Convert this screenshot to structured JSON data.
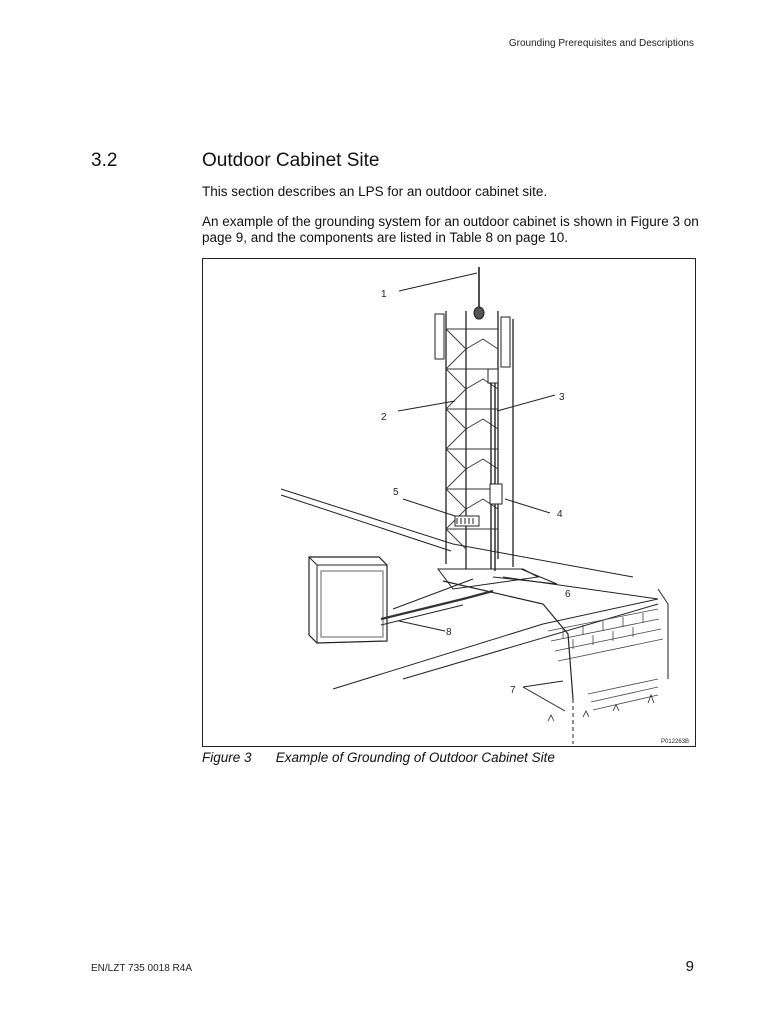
{
  "header": {
    "running_title": "Grounding Prerequisites and Descriptions"
  },
  "section": {
    "number": "3.2",
    "title": "Outdoor Cabinet Site",
    "paragraphs": [
      "This section describes an LPS for an outdoor cabinet site.",
      "An example of the grounding system for an outdoor cabinet is shown in Figure 3 on page 9, and the components are listed in Table 8 on page 10."
    ]
  },
  "figure": {
    "callouts": [
      "1",
      "2",
      "3",
      "4",
      "5",
      "6",
      "7",
      "8"
    ],
    "image_id": "P012263B",
    "caption_label": "Figure 3",
    "caption_text": "Example of Grounding of Outdoor Cabinet Site"
  },
  "footer": {
    "doc_number": "EN/LZT 735 0018 R4A",
    "page_number": "9"
  }
}
